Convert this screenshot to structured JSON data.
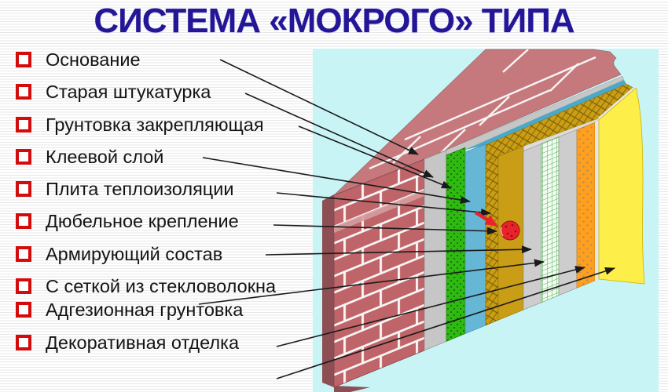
{
  "title": "СИСТЕМА «МОКРОГО» ТИПА",
  "legend": {
    "items": [
      "Основание",
      "Старая штукатурка",
      "Грунтовка закрепляющая",
      "Клеевой слой",
      "Плита теплоизоляции",
      "Дюбельное крепление",
      "Армирующий состав",
      "С сеткой из стекловолокна",
      "Адгезионная грунтовка",
      "Декоративная отделка"
    ]
  },
  "diagram": {
    "background": "#c9f4f6",
    "layers": [
      {
        "name": "основание (кирпичная стена)",
        "color": "#bf6468"
      },
      {
        "name": "старая штукатурка",
        "color": "#c6c6c6"
      },
      {
        "name": "грунтовка закрепляющая",
        "color": "#2eba10"
      },
      {
        "name": "клеевой слой",
        "color": "#66b7d6"
      },
      {
        "name": "плита теплоизоляции",
        "color": "#c99d15"
      },
      {
        "name": "дюбельное крепление",
        "color": "#e8232b"
      },
      {
        "name": "армирующий состав",
        "color": "#cdcdcd"
      },
      {
        "name": "сетка из стекловолокна",
        "color": "#3fae3f"
      },
      {
        "name": "армирующий состав (второй слой)",
        "color": "#cdcdcd"
      },
      {
        "name": "адгезионная грунтовка",
        "color": "#ff9f1c"
      },
      {
        "name": "декоративная отделка",
        "color": "#fdee49"
      }
    ]
  },
  "colors": {
    "title": "#231697",
    "bullet": "#d40b0b",
    "text": "#141414",
    "arrow": "#1a1a1a",
    "wall_top": "#c5797d",
    "wall_side": "#8e4f54"
  }
}
